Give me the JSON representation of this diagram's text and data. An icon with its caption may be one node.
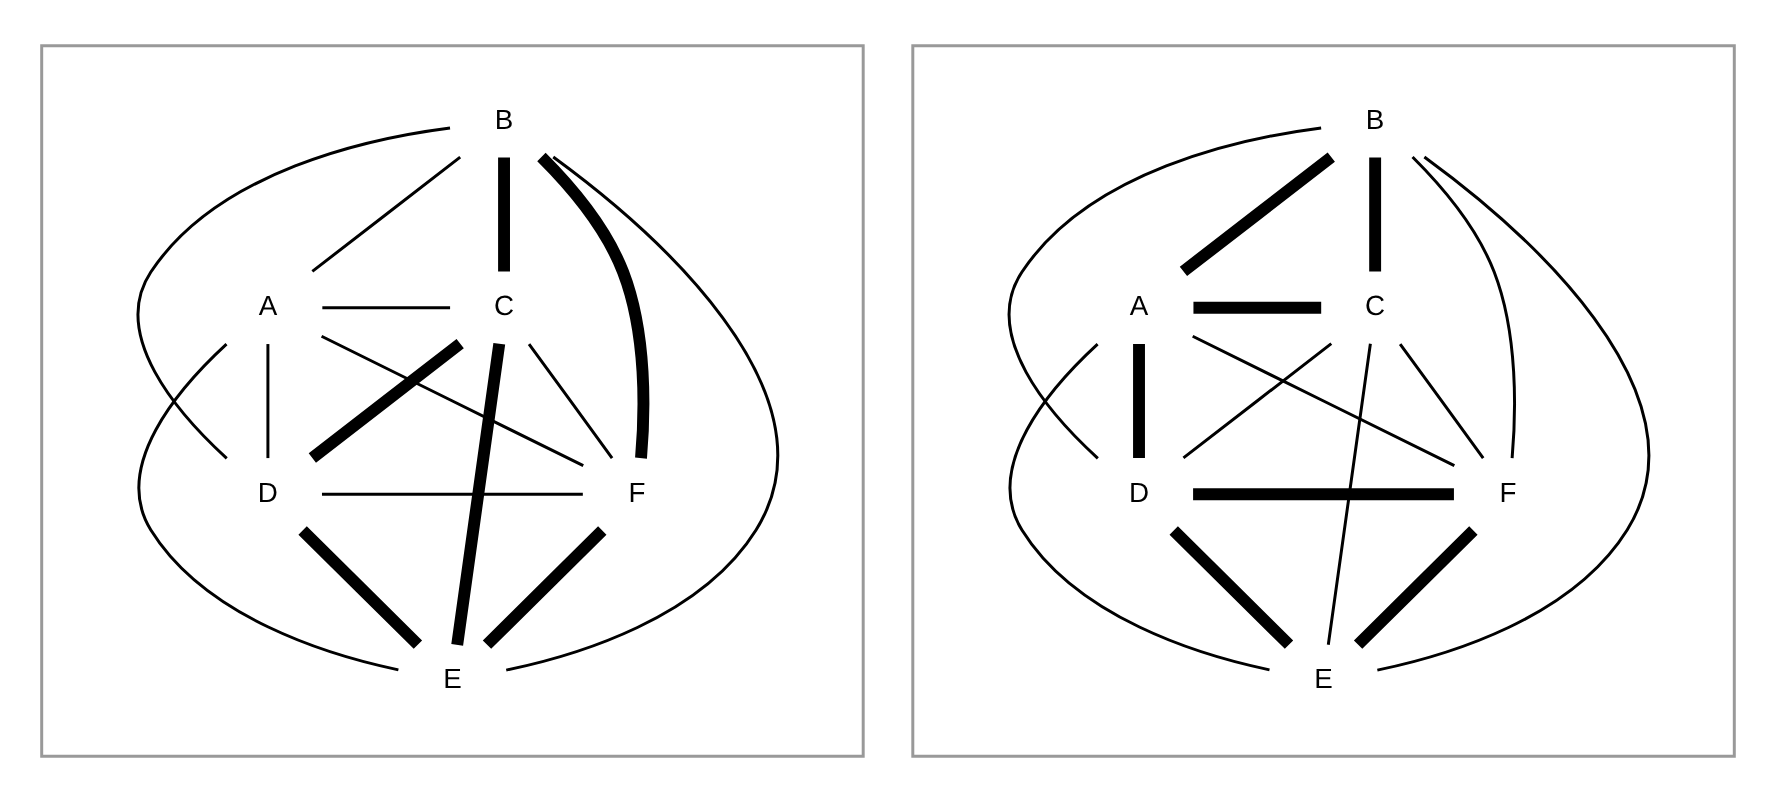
{
  "diagram": {
    "nodes": [
      {
        "text": [],
        "shape": "box"
      },
      {
        "text": [
          "A"
        ],
        "in": 0
      },
      {
        "text": [
          "B"
        ],
        "in": 0
      },
      {
        "text": [
          "C"
        ],
        "in": 0
      },
      {
        "text": [
          "D"
        ],
        "in": 0
      },
      {
        "text": [
          "E"
        ],
        "in": 0
      },
      {
        "text": [
          "F"
        ],
        "in": 0
      },
      {
        "text": [],
        "shape": "box"
      },
      {
        "text": [
          "A"
        ],
        "in": 7
      },
      {
        "text": [
          "B"
        ],
        "in": 7
      },
      {
        "text": [
          "C"
        ],
        "in": 7
      },
      {
        "text": [
          "D"
        ],
        "in": 7
      },
      {
        "text": [
          "E"
        ],
        "in": 7
      },
      {
        "text": [
          "F"
        ],
        "in": 7
      }
    ],
    "edges": [
      {
        "from": 2,
        "to": 1,
        "arrow": "none"
      },
      {
        "from": 2,
        "to": 3,
        "arrow": "none",
        "style": "thick"
      },
      {
        "from": 2,
        "to": 4,
        "arrow": "none"
      },
      {
        "from": 2,
        "to": 5,
        "arrow": "none"
      },
      {
        "from": 2,
        "to": 6,
        "arrow": "none",
        "style": "thick"
      },
      {
        "from": 1,
        "to": 3,
        "arrow": "none"
      },
      {
        "from": 1,
        "to": 4,
        "arrow": "none"
      },
      {
        "from": 1,
        "to": 5,
        "arrow": "none"
      },
      {
        "from": 1,
        "to": 6,
        "arrow": "none"
      },
      {
        "from": 3,
        "to": 4,
        "arrow": "none",
        "style": "thick"
      },
      {
        "from": 3,
        "to": 5,
        "arrow": "none",
        "style": "thick"
      },
      {
        "from": 3,
        "to": 6,
        "arrow": "none"
      },
      {
        "from": 4,
        "to": 5,
        "arrow": "none",
        "style": "thick"
      },
      {
        "from": 4,
        "to": 6,
        "arrow": "none"
      },
      {
        "from": 6,
        "to": 5,
        "arrow": "none",
        "style": "thick"
      },
      {
        "from": 9,
        "to": 8,
        "arrow": "none",
        "style": "thick"
      },
      {
        "from": 9,
        "to": 10,
        "arrow": "none",
        "style": "thick"
      },
      {
        "from": 9,
        "to": 11,
        "arrow": "none"
      },
      {
        "from": 9,
        "to": 12,
        "arrow": "none"
      },
      {
        "from": 9,
        "to": 13,
        "arrow": "none"
      },
      {
        "from": 8,
        "to": 10,
        "arrow": "none",
        "style": "thick"
      },
      {
        "from": 8,
        "to": 11,
        "arrow": "none",
        "style": "thick"
      },
      {
        "from": 8,
        "to": 12,
        "arrow": "none"
      },
      {
        "from": 8,
        "to": 13,
        "arrow": "none"
      },
      {
        "from": 10,
        "to": 11,
        "arrow": "none"
      },
      {
        "from": 10,
        "to": 12,
        "arrow": "none"
      },
      {
        "from": 10,
        "to": 13,
        "arrow": "none"
      },
      {
        "from": 11,
        "to": 12,
        "arrow": "none",
        "style": "thick"
      },
      {
        "from": 11,
        "to": 13,
        "arrow": "none",
        "style": "thick"
      },
      {
        "from": 13,
        "to": 12,
        "arrow": "none",
        "style": "thick"
      }
    ]
  }
}
